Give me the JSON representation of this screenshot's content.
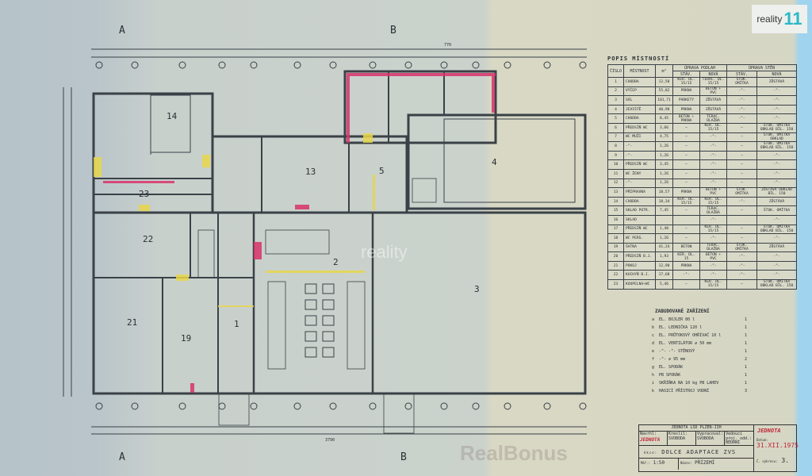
{
  "logo": {
    "text": "reality",
    "mark": "11"
  },
  "watermarks": [
    "reality",
    "RealBonus"
  ],
  "legend": {
    "title": "POPIS MÍSTNOSTÍ",
    "headers": {
      "num": "ČÍSLO",
      "room": "MÍSTNOST",
      "area": "m²",
      "floor": "ÚPRAVA PODLAH",
      "walls": "ÚPRAVA STĚN",
      "existing": "STÁV.",
      "new": "NOVÁ"
    },
    "rows": [
      [
        "1",
        "CHODBA",
        "12,50",
        "KER. DL. 15/15",
        "TERAC. DL. 15/15",
        "ŠTUK. OMÍTKA",
        "ZŮSTÁVÁ"
      ],
      [
        "2",
        "VÝČEP",
        "55,02",
        "PRKNA",
        "BETON + PVC",
        "-\"-",
        "-\"-"
      ],
      [
        "3",
        "SÁL",
        "101,71",
        "PARKETY",
        "ZŮSTÁVÁ",
        "-\"-",
        "-\"-"
      ],
      [
        "4",
        "JEVIŠTĚ",
        "40,98",
        "PRKNA",
        "ZŮSTÁVÁ",
        "-\"-",
        "-\"-"
      ],
      [
        "5",
        "CHODBA",
        "8,45",
        "BETON + PRKNA",
        "TERAC. DLAŽBA",
        "-\"-",
        "-\"-"
      ],
      [
        "6",
        "PŘEDSÍŇ WC",
        "3,66",
        "—",
        "KER. DL. 15/15",
        "—",
        "ŠTUK. OMÍTKA OBKLAD BÍL. 150"
      ],
      [
        "7",
        "WC MUŽI",
        "4,75",
        "—",
        "-\"-",
        "—",
        "ŠTUK. OMÍTKA OBKLAD"
      ],
      [
        "8",
        "-\"-",
        "1,26",
        "—",
        "-\"-",
        "—",
        "ŠTUK. OMÍTKA OBKLAD BÍL. 150"
      ],
      [
        "9",
        "-\"-",
        "1,26",
        "—",
        "-\"-",
        "—",
        "-\"-"
      ],
      [
        "10",
        "PŘEDSÍŇ WC",
        "3,45",
        "—",
        "-\"-",
        "—",
        "-\"-"
      ],
      [
        "11",
        "WC ŽENY",
        "1,26",
        "—",
        "-\"-",
        "—",
        "-\"-"
      ],
      [
        "12",
        "-\"-",
        "1,26",
        "—",
        "-\"-",
        "—",
        "-\"-"
      ],
      [
        "13",
        "PŘÍPRAVNA",
        "18,57",
        "PRKNA",
        "BETON + PVC",
        "ŠTUK. OMÍTKA",
        "ZŮSTÁVÁ OBKLAD BÍL. 150"
      ],
      [
        "14",
        "CHODBA",
        "18,34",
        "KER. DL. 15/15",
        "KER. DL. 15/15",
        "-\"-",
        "ZŮSTÁVÁ"
      ],
      [
        "15",
        "SKLAD POTR.",
        "7,45",
        "—",
        "TERAC. DLAŽBA",
        "—",
        "ŠTUK. OMÍTKA"
      ],
      [
        "16",
        "SKLAD",
        "",
        "",
        "-\"-",
        "",
        "-\"-"
      ],
      [
        "17",
        "PŘEDSÍŇ WC",
        "1,40",
        "—",
        "KER. DL. 15/15",
        "—",
        "ŠTUK. OMÍTKA OBKLAD BÍL. 150"
      ],
      [
        "18",
        "WC PERS.",
        "1,26",
        "—",
        "-\"-",
        "—",
        "-\"-"
      ],
      [
        "19",
        "ŠATNA",
        "41,24",
        "BETON",
        "TERAC. DLAŽBA",
        "ŠTUK. OMÍTKA",
        "ZŮSTÁVÁ"
      ],
      [
        "20",
        "PŘEDSÍŇ B.J.",
        "1,93",
        "KER. DL. 15",
        "BETON + PVC",
        "-\"-",
        "-\"-"
      ],
      [
        "21",
        "POKOJ",
        "12,90",
        "PRKNA",
        "-\"-",
        "-\"-",
        "-\"-"
      ],
      [
        "22",
        "KUCHYŇ B.J.",
        "17,68",
        "-\"-",
        "-\"-",
        "-\"-",
        "-\"-"
      ],
      [
        "23",
        "KOUPELNA+WC",
        "5,46",
        "—",
        "KER. DL. 15/15",
        "—",
        "ŠTUK. OMÍTKA OBKLAD BÍL. 150"
      ]
    ]
  },
  "equipment": {
    "title": "ZABUDOVANÉ ZAŘÍZENÍ",
    "items": [
      [
        "a",
        "EL. BOJLER 80 l",
        "1"
      ],
      [
        "b",
        "EL. LEDNIČKA 120 l",
        "1"
      ],
      [
        "c",
        "EL. PRŮTOKOVÝ OHŘÍVAČ 10 l",
        "1"
      ],
      [
        "d",
        "EL. VENTILÁTOR ∅ 50 mm",
        "1"
      ],
      [
        "e",
        "-\"- -\"- STĚNOVÝ",
        "1"
      ],
      [
        "f",
        "-\"- ∅ 95 mm",
        "2"
      ],
      [
        "g",
        "EL. SPORÁK",
        "1"
      ],
      [
        "h",
        "PB SPORÁK",
        "1"
      ],
      [
        "i",
        "SKŘÍŇKA NA 10 kg PB LAHEV",
        "1"
      ],
      [
        "k",
        "HASICÍ PŘÍSTROJ VODNÍ",
        "3"
      ]
    ]
  },
  "title_block": {
    "org": "JEDNOTA LSD PLZEŇ-JIH",
    "designer_label": "Navrhl:",
    "checked_label": "Kreslil:",
    "drawn_label": "Vypracoval:",
    "head_label": "Vedoucí proj. odd.:",
    "stamp": "JEDNOTA",
    "name1": "SVOBODA",
    "name2": "SVOBODA",
    "name3": "BEDRNÍ",
    "project_label": "Akce:",
    "project": "DOLCE ADAPTACE ZVS",
    "scale_label": "Měř.:",
    "scale": "1:50",
    "drawing_label": "Název:",
    "drawing": "PŘÍZEMÍ",
    "date_label": "Datum:",
    "date": "31.XII.1975",
    "sheet_label": "Č. výkresu:",
    "sheet": "3."
  },
  "plan": {
    "rooms": [
      "1",
      "2",
      "3",
      "4",
      "5",
      "13",
      "14",
      "19",
      "21",
      "22",
      "23"
    ],
    "section_marks": [
      "A",
      "A",
      "B",
      "B"
    ],
    "total_dim": "3790",
    "top_dim": "770"
  }
}
